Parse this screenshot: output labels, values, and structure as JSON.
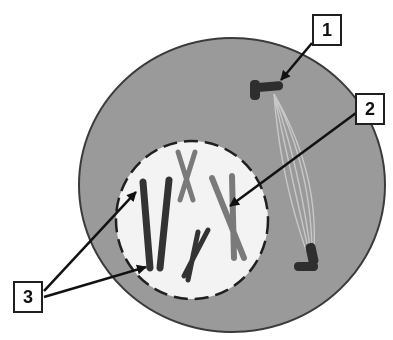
{
  "labels": {
    "one": "1",
    "two": "2",
    "three": "3"
  },
  "colors": {
    "cytoplasm": "#9a9a9a",
    "nucleus": "#f3f3f3",
    "chromosome_dark": "#333333",
    "chromosome_mid": "#777777",
    "outline": "#1f1f1f",
    "spindle": "#c8c8c8"
  }
}
